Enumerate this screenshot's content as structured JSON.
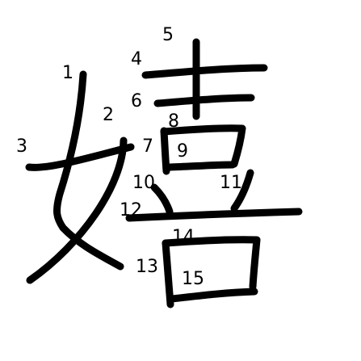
{
  "character": "嬉",
  "colors": {
    "stroke": "#000000",
    "number": "#000000",
    "background": "#ffffff"
  },
  "stroke_numbers": [
    "1",
    "2",
    "3",
    "4",
    "5",
    "6",
    "7",
    "8",
    "9",
    "10",
    "11",
    "12",
    "13",
    "14",
    "15"
  ]
}
